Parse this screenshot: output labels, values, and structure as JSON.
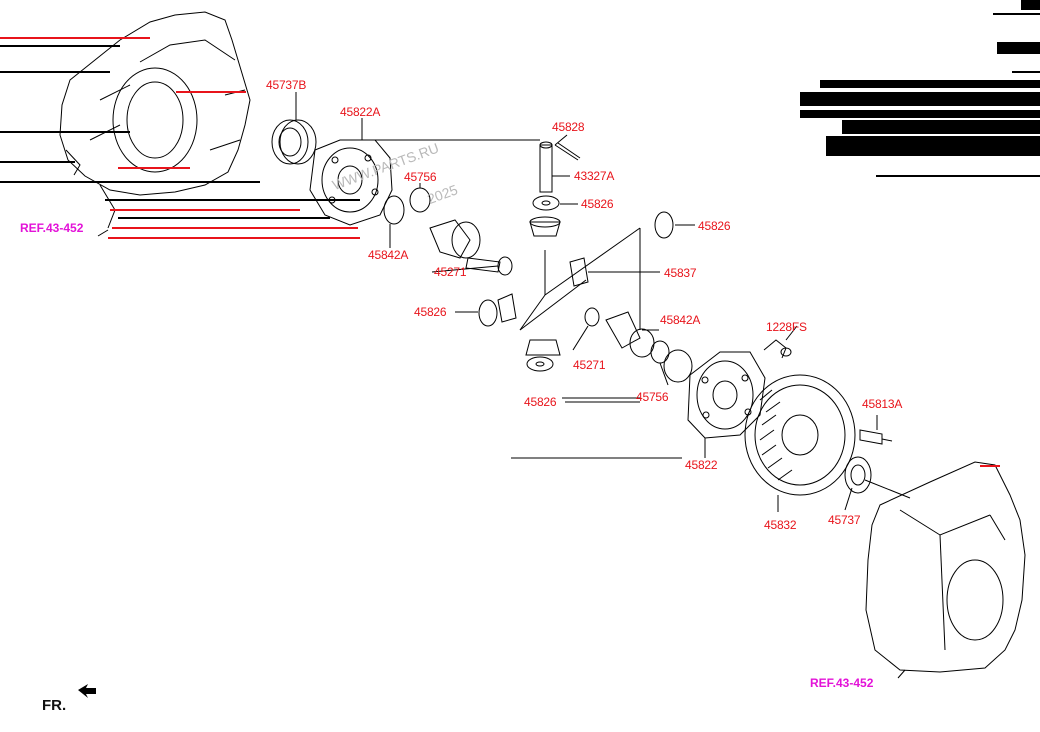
{
  "parts": [
    {
      "id": "p45737b",
      "label": "45737B"
    },
    {
      "id": "p45822a",
      "label": "45822A"
    },
    {
      "id": "p45828",
      "label": "45828"
    },
    {
      "id": "p43327a",
      "label": "43327A"
    },
    {
      "id": "p45826a",
      "label": "45826"
    },
    {
      "id": "p45756a",
      "label": "45756"
    },
    {
      "id": "p45826b",
      "label": "45826"
    },
    {
      "id": "p45842a",
      "label": "45842A"
    },
    {
      "id": "p45271a",
      "label": "45271"
    },
    {
      "id": "p45837",
      "label": "45837"
    },
    {
      "id": "p45826c",
      "label": "45826"
    },
    {
      "id": "p45842b",
      "label": "45842A"
    },
    {
      "id": "p1228fs",
      "label": "1228FS"
    },
    {
      "id": "p45271b",
      "label": "45271"
    },
    {
      "id": "p45826d",
      "label": "45826"
    },
    {
      "id": "p45756b",
      "label": "45756"
    },
    {
      "id": "p45813a",
      "label": "45813A"
    },
    {
      "id": "p45822",
      "label": "45822"
    },
    {
      "id": "p45832",
      "label": "45832"
    },
    {
      "id": "p45737",
      "label": "45737"
    }
  ],
  "refs": {
    "top": "REF.43-452",
    "bottom": "REF.43-452"
  },
  "direction_label": "FR.",
  "watermark": {
    "line1": "WWW.PARTS.RU",
    "line2": "2025"
  },
  "colors": {
    "label": "#e8141b",
    "ref": "#e313d8",
    "line": "#000000"
  }
}
